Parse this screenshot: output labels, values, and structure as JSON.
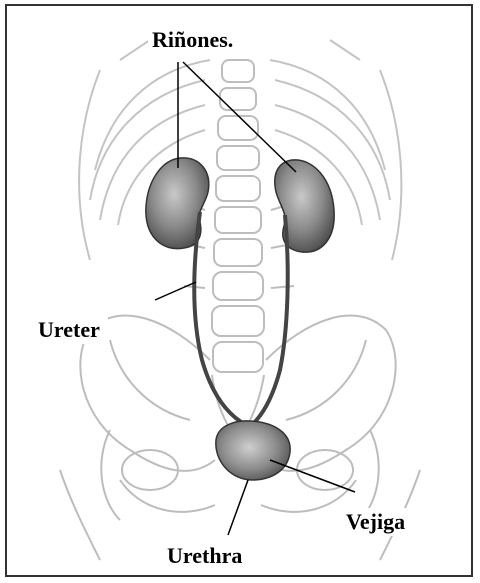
{
  "labels": {
    "kidneys": "Riñones.",
    "ureter": "Ureter",
    "bladder": "Vejiga",
    "urethra": "Urethra"
  },
  "colors": {
    "organ_fill": "#6f6f6f",
    "bone_line": "#bdbdbd",
    "leader_line": "#000000",
    "frame": "#333333"
  }
}
